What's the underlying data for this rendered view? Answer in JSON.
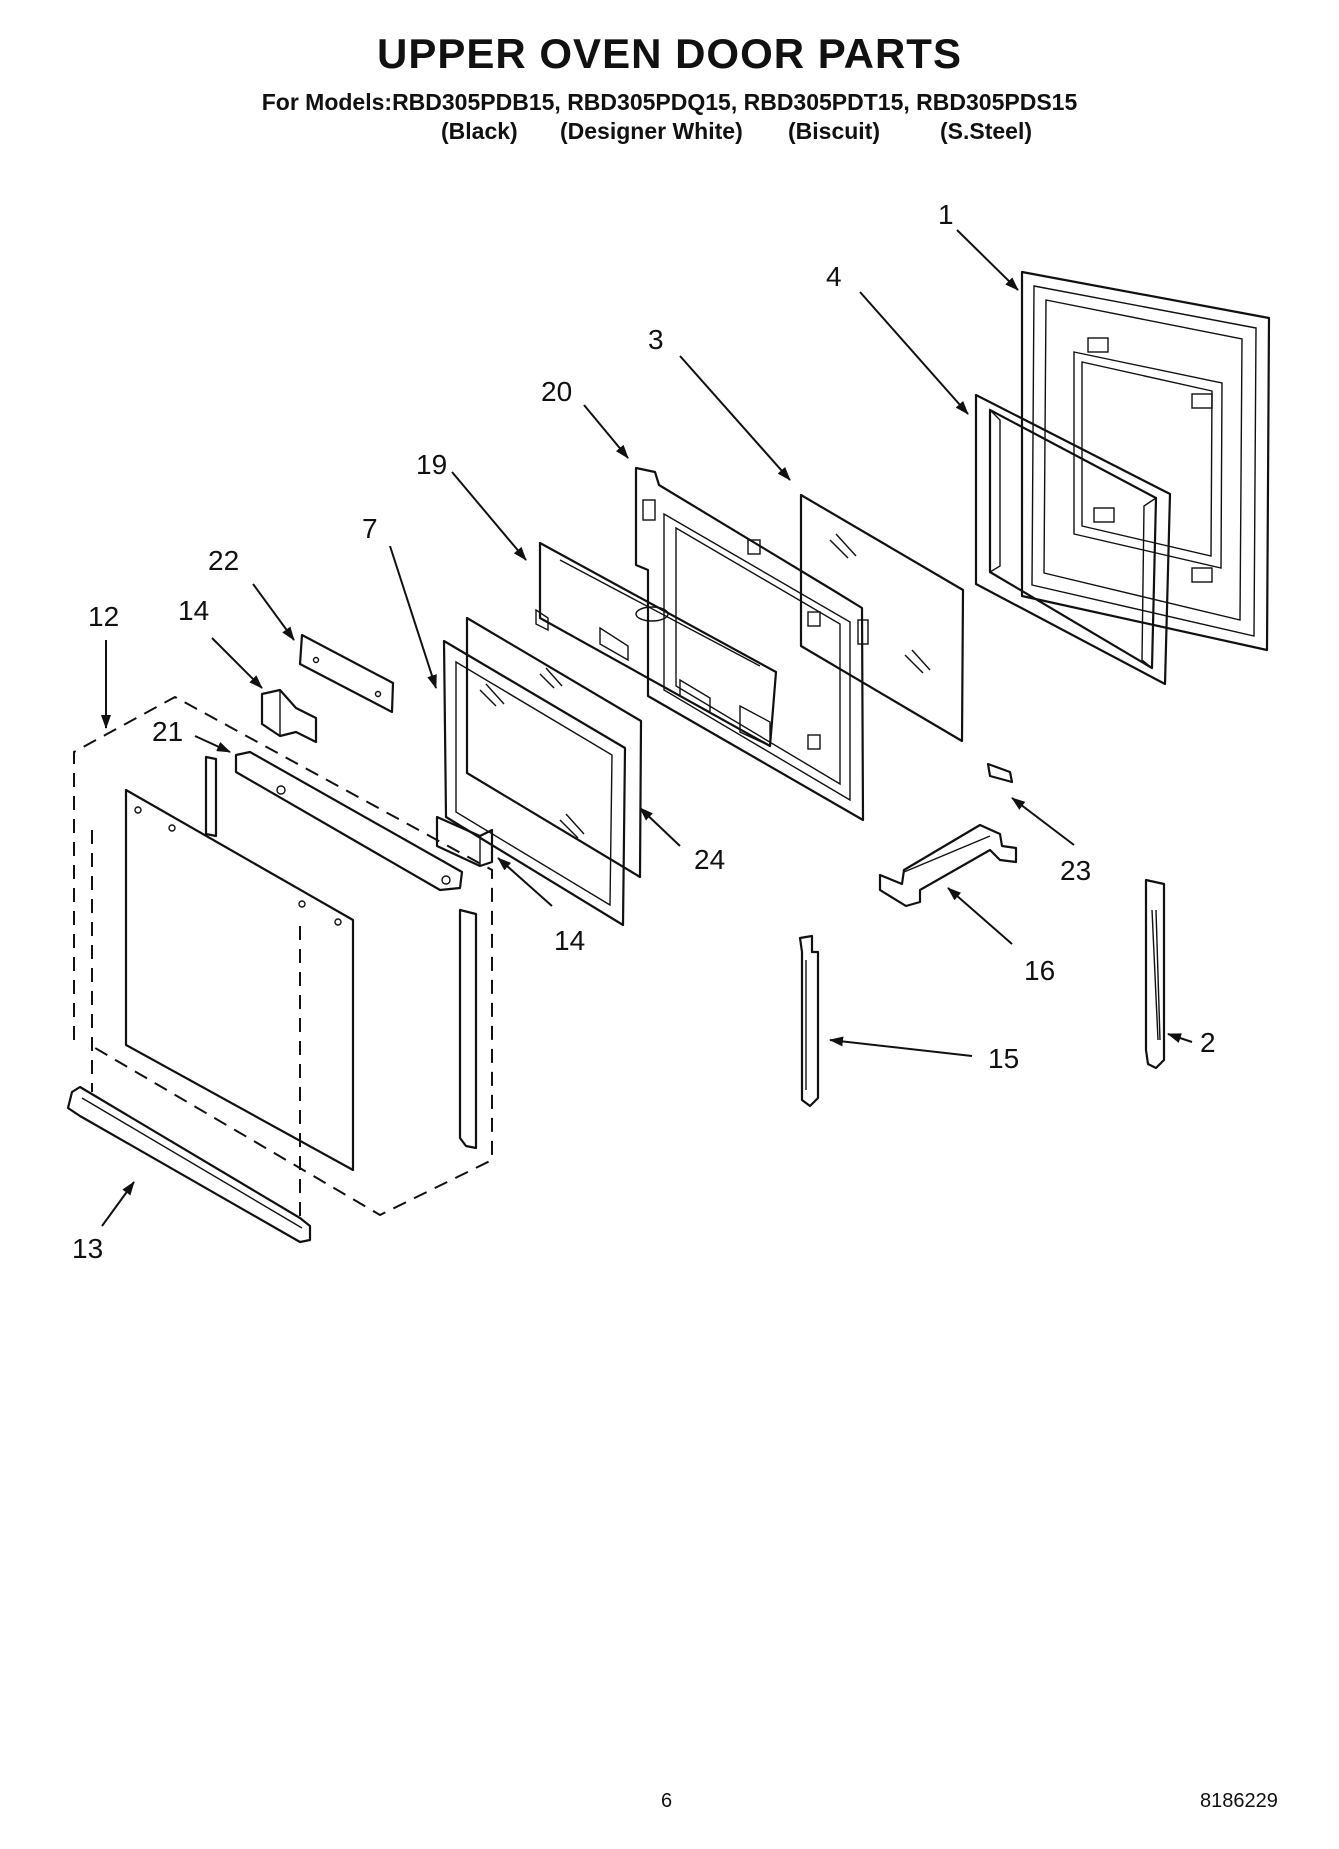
{
  "header": {
    "title": "UPPER OVEN DOOR PARTS",
    "models_line": "For Models:RBD305PDB15, RBD305PDQ15, RBD305PDT15, RBD305PDS15",
    "colors": [
      "(Black)",
      "(Designer White)",
      "(Biscuit)",
      "(S.Steel)"
    ]
  },
  "callouts": {
    "c1": "1",
    "c2": "2",
    "c3": "3",
    "c4": "4",
    "c7": "7",
    "c12": "12",
    "c13": "13",
    "c14a": "14",
    "c14b": "14",
    "c15": "15",
    "c16": "16",
    "c19": "19",
    "c20": "20",
    "c21": "21",
    "c22": "22",
    "c23": "23",
    "c24": "24"
  },
  "footer": {
    "page_number": "6",
    "doc_number": "8186229"
  }
}
